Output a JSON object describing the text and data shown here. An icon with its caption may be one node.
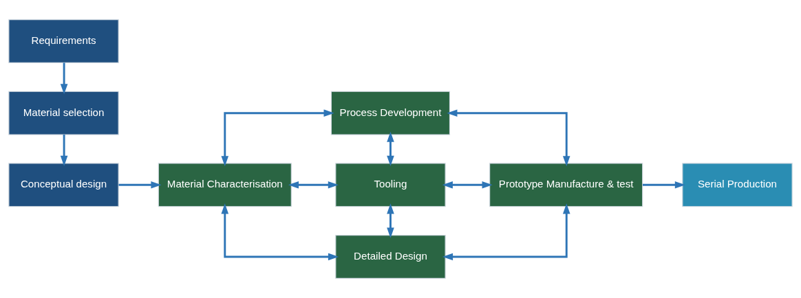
{
  "diagram": {
    "nodes": [
      {
        "text": [
          "Requirements"
        ]
      },
      {
        "text": [
          "Material selection"
        ]
      },
      {
        "text": [
          "Conceptual design"
        ]
      },
      {
        "text": [
          "Material Characterisation"
        ]
      },
      {
        "text": [
          "Process Development"
        ]
      },
      {
        "text": [
          "Tooling"
        ]
      },
      {
        "text": [
          "Detailed Design"
        ]
      },
      {
        "text": [
          "Prototype Manufacture & test"
        ]
      },
      {
        "text": [
          "Serial Production"
        ]
      }
    ],
    "edges": [
      {
        "from": 0,
        "to": 1,
        "arrow": "to"
      },
      {
        "from": 1,
        "to": 2,
        "arrow": "to"
      },
      {
        "from": 2,
        "to": 3,
        "arrow": "to"
      },
      {
        "from": 3,
        "to": 4,
        "arrow": "both"
      },
      {
        "from": 3,
        "to": 5,
        "arrow": "both"
      },
      {
        "from": 3,
        "to": 6,
        "arrow": "both"
      },
      {
        "from": 4,
        "to": 5,
        "arrow": "both"
      },
      {
        "from": 5,
        "to": 6,
        "arrow": "both"
      },
      {
        "from": 4,
        "to": 7,
        "arrow": "both"
      },
      {
        "from": 5,
        "to": 7,
        "arrow": "both"
      },
      {
        "from": 6,
        "to": 7,
        "arrow": "both"
      },
      {
        "from": 7,
        "to": 8,
        "arrow": "to"
      }
    ]
  }
}
